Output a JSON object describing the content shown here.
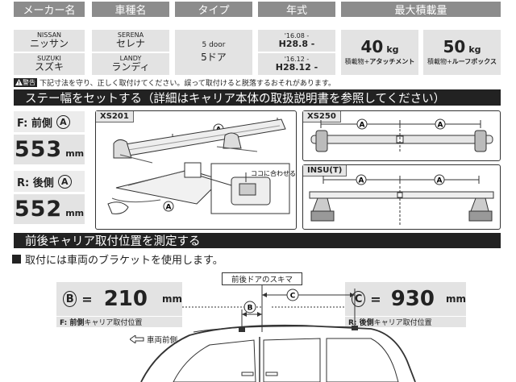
{
  "table": {
    "headers": [
      "メーカー名",
      "車種名",
      "タイプ",
      "年式",
      "最大積載量"
    ],
    "maker": [
      {
        "en": "NISSAN",
        "jp": "ニッサン"
      },
      {
        "en": "SUZUKI",
        "jp": "スズキ"
      }
    ],
    "model": [
      {
        "en": "SERENA",
        "jp": "セレナ"
      },
      {
        "en": "LANDY",
        "jp": "ランディ"
      }
    ],
    "type": {
      "en": "5 door",
      "jp": "5ドア"
    },
    "year": [
      {
        "from": "'16.08 -",
        "range": "H28.8 -"
      },
      {
        "from": "'16.12 -",
        "range": "H28.12 -"
      }
    ],
    "load": [
      {
        "value": "40",
        "unit": "kg",
        "note_a": "積載物+",
        "note_b": "アタッチメント"
      },
      {
        "value": "50",
        "unit": "kg",
        "note_a": "積載物+",
        "note_b": "ルーフボックス"
      }
    ]
  },
  "warning": {
    "icon_label": "警告",
    "text": "下記寸法を守り、正しく取付けてください。誤って取付けると脱落するおそれがあります。"
  },
  "section1": {
    "title": "ステー幅をセットする（詳細はキャリア本体の取扱説明書を参照してください）",
    "front_label": "F: 前側",
    "front_value": "553",
    "rear_label": "R: 後側",
    "rear_value": "552",
    "unit": "mm",
    "marker_a": "A"
  },
  "panels": {
    "xs201": "XS201",
    "callout": "ココに合わせる",
    "xs250": "XS250",
    "insu": "INSU(T)"
  },
  "section2": {
    "title": "前後キャリア取付位置を測定する",
    "subtitle": "取付には車両のブラケットを使用します。",
    "door_gap_label": "前後ドアのスキマ",
    "b_marker": "B",
    "c_marker": "C",
    "b_value": "210",
    "c_value": "930",
    "unit": "mm",
    "b_caption_strong": "F: 前側",
    "b_caption_rest": "キャリア取付位置",
    "c_caption_strong": "R: 後側",
    "c_caption_rest": "キャリア取付位置",
    "vehicle_front": "車両前側",
    "equals": "="
  }
}
